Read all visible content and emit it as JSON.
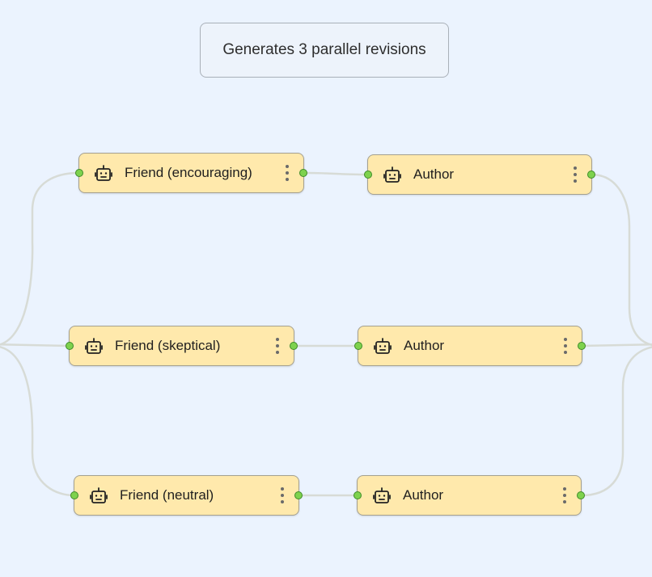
{
  "note": {
    "text": "Generates 3 parallel revisions"
  },
  "nodes": [
    {
      "label": "Friend (encouraging)",
      "icon": "robot-icon"
    },
    {
      "label": "Author",
      "icon": "robot-icon"
    },
    {
      "label": "Friend (skeptical)",
      "icon": "robot-icon"
    },
    {
      "label": "Author",
      "icon": "robot-icon"
    },
    {
      "label": "Friend (neutral)",
      "icon": "robot-icon"
    },
    {
      "label": "Author",
      "icon": "robot-icon"
    }
  ],
  "colors": {
    "canvas_background": "#ebf3fe",
    "node_fill": "#ffe9ac",
    "port_fill": "#7ed24d",
    "edge": "#d7dbd6"
  }
}
